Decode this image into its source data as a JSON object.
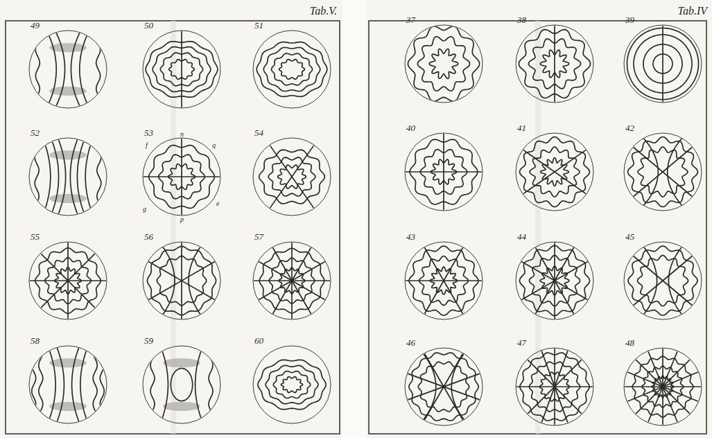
{
  "diagram": {
    "labels": [
      "Tab.V.",
      "49",
      "50",
      "51",
      "52",
      "53",
      "54",
      "55",
      "56",
      "57",
      "58",
      "59",
      "60",
      "n",
      "f",
      "q",
      "g",
      "e",
      "p",
      "Tab.IV",
      "37",
      "38",
      "39",
      "40",
      "41",
      "42",
      "43",
      "44",
      "45",
      "46",
      "47",
      "48"
    ]
  }
}
